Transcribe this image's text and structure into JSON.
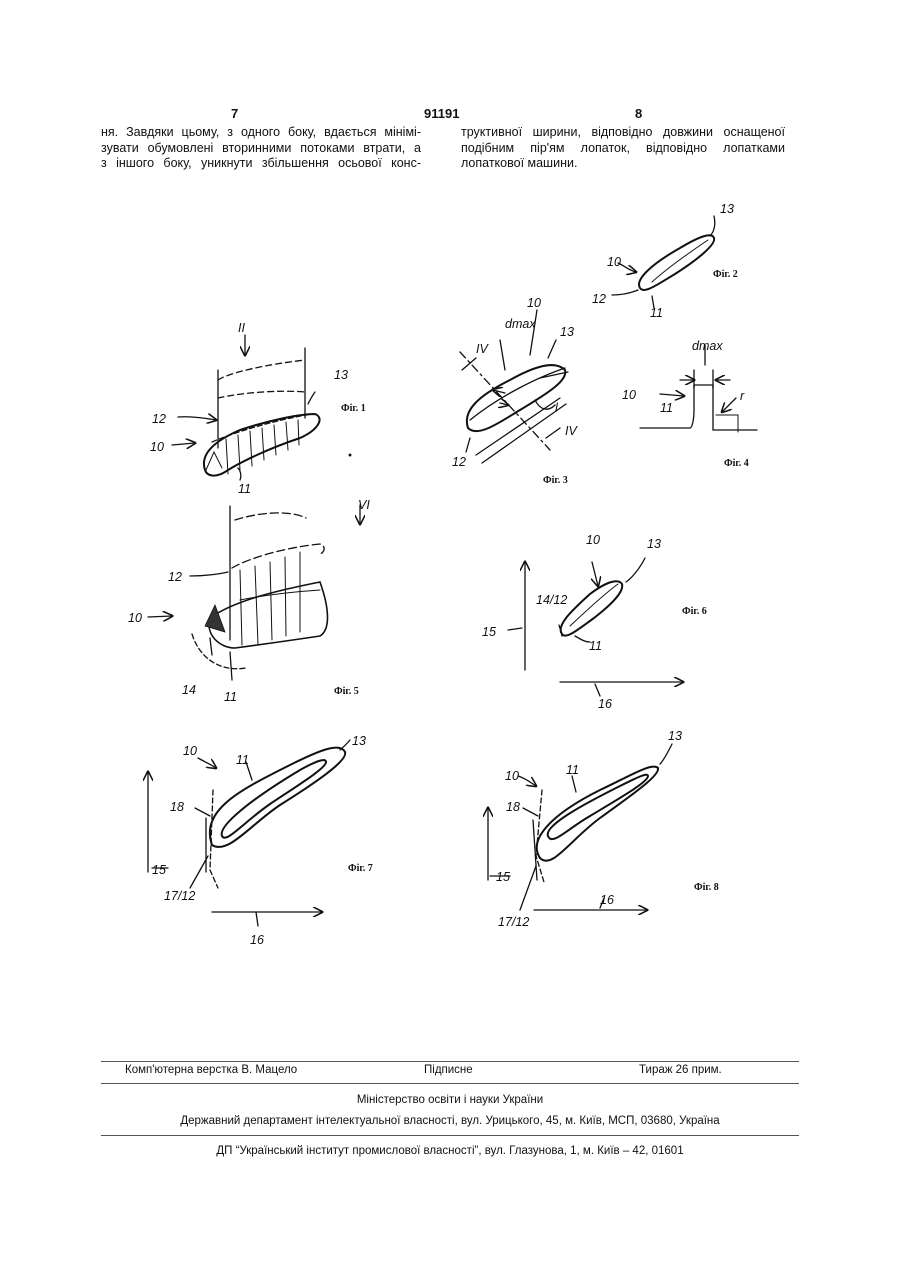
{
  "header": {
    "page_left": "7",
    "patent_number": "91191",
    "page_right": "8"
  },
  "text": {
    "left_column": [
      "ня. Завдяки цьому, з одного боку, вдається мінімі-",
      "зувати обумовлені вторинними потоками втрати, а",
      "з іншого боку, уникнути збільшення осьової конс-"
    ],
    "right_column": [
      "труктивної ширини, відповідно довжини оснащеної",
      "подібним пір'ям лопаток, відповідно лопатками",
      "лопаткової машини."
    ]
  },
  "figures": {
    "fig1": {
      "caption": "Фіг. 1",
      "labels": [
        "II",
        "13",
        "12",
        "10",
        "11"
      ]
    },
    "fig2": {
      "caption": "Фіг. 2",
      "labels": [
        "13",
        "10",
        "12",
        "11"
      ]
    },
    "fig3": {
      "caption": "Фіг. 3",
      "labels": [
        "10",
        "dmax",
        "13",
        "IV",
        "l",
        "IV",
        "12"
      ]
    },
    "fig4": {
      "caption": "Фіг. 4",
      "labels": [
        "dmax",
        "10",
        "11",
        "r"
      ]
    },
    "fig5": {
      "caption": "Фіг. 5",
      "labels": [
        "VI",
        "12",
        "10",
        "14",
        "11"
      ]
    },
    "fig6": {
      "caption": "Фіг. 6",
      "labels": [
        "10",
        "13",
        "14/12",
        "15",
        "11",
        "16"
      ]
    },
    "fig7": {
      "caption": "Фіг. 7",
      "labels": [
        "10",
        "11",
        "13",
        "18",
        "15",
        "17/12",
        "16"
      ]
    },
    "fig8": {
      "caption": "Фіг. 8",
      "labels": [
        "13",
        "10",
        "11",
        "18",
        "15",
        "17/12",
        "16"
      ]
    }
  },
  "footer": {
    "typesetting": "Комп'ютерна верстка В. Мацело",
    "signed": "Підписне",
    "circulation": "Тираж 26 прим.",
    "ministry": "Міністерство освіти і науки України",
    "department": "Державний департамент інтелектуальної власності, вул. Урицького, 45, м. Київ, МСП, 03680, Україна",
    "institute": "ДП “Український інститут промислової власності”, вул. Глазунова, 1, м. Київ – 42, 01601"
  }
}
